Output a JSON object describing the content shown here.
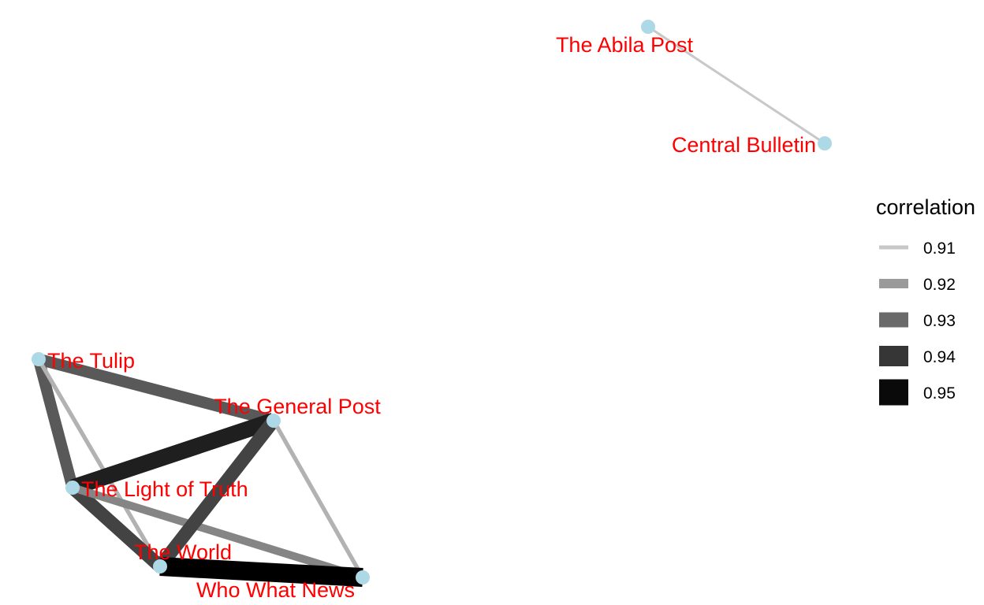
{
  "legend": {
    "title": "correlation",
    "entries": [
      {
        "label": "0.91",
        "value": 0.91,
        "color": "#c8c8c8"
      },
      {
        "label": "0.92",
        "value": 0.92,
        "color": "#9a9a9a"
      },
      {
        "label": "0.93",
        "value": 0.93,
        "color": "#6a6a6a"
      },
      {
        "label": "0.94",
        "value": 0.94,
        "color": "#363636"
      },
      {
        "label": "0.95",
        "value": 0.95,
        "color": "#0a0a0a"
      }
    ]
  },
  "nodes": [
    {
      "id": "abila",
      "label": "The Abila Post"
    },
    {
      "id": "central",
      "label": "Central Bulletin"
    },
    {
      "id": "tulip",
      "label": "The Tulip"
    },
    {
      "id": "general",
      "label": "The General Post"
    },
    {
      "id": "light",
      "label": "The Light of Truth"
    },
    {
      "id": "world",
      "label": "The World"
    },
    {
      "id": "whowhat",
      "label": "Who What News"
    }
  ],
  "edges": [
    {
      "source": "abila",
      "target": "central",
      "correlation": 0.91
    },
    {
      "source": "tulip",
      "target": "general",
      "correlation": 0.935
    },
    {
      "source": "tulip",
      "target": "light",
      "correlation": 0.935
    },
    {
      "source": "tulip",
      "target": "world",
      "correlation": 0.915
    },
    {
      "source": "light",
      "target": "general",
      "correlation": 0.948
    },
    {
      "source": "light",
      "target": "world",
      "correlation": 0.94
    },
    {
      "source": "light",
      "target": "whowhat",
      "correlation": 0.925
    },
    {
      "source": "general",
      "target": "world",
      "correlation": 0.94
    },
    {
      "source": "general",
      "target": "whowhat",
      "correlation": 0.915
    },
    {
      "source": "world",
      "target": "whowhat",
      "correlation": 0.955
    }
  ]
}
